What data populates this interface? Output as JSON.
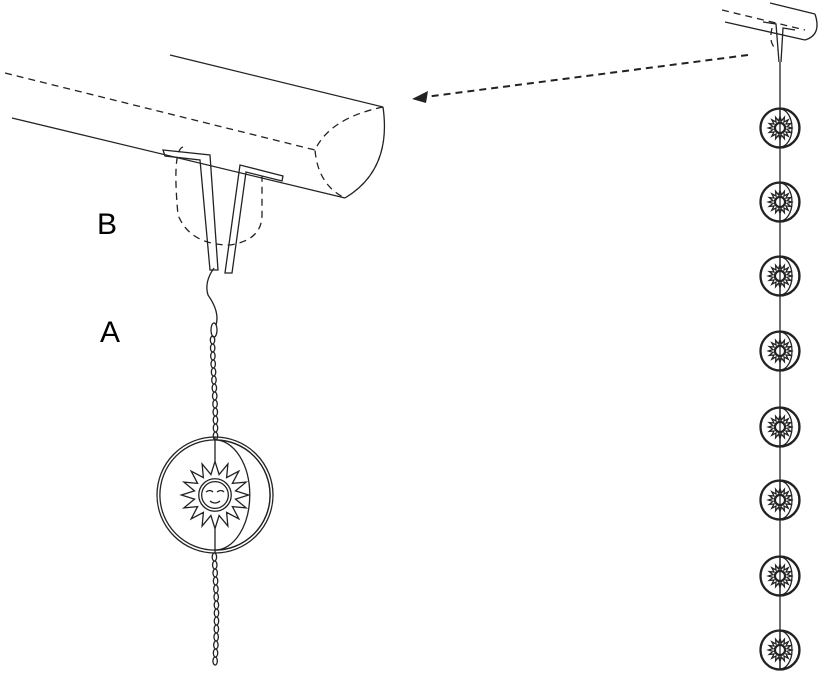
{
  "labels": {
    "b": "B",
    "a": "A"
  },
  "small_ornament_count": 8,
  "colors": {
    "line": "#222222",
    "background": "#ffffff"
  },
  "icons": {
    "ornament": "sun-moon-ornament-icon",
    "arrow": "dashed-arrow-icon",
    "hook": "gutter-hook-icon"
  }
}
